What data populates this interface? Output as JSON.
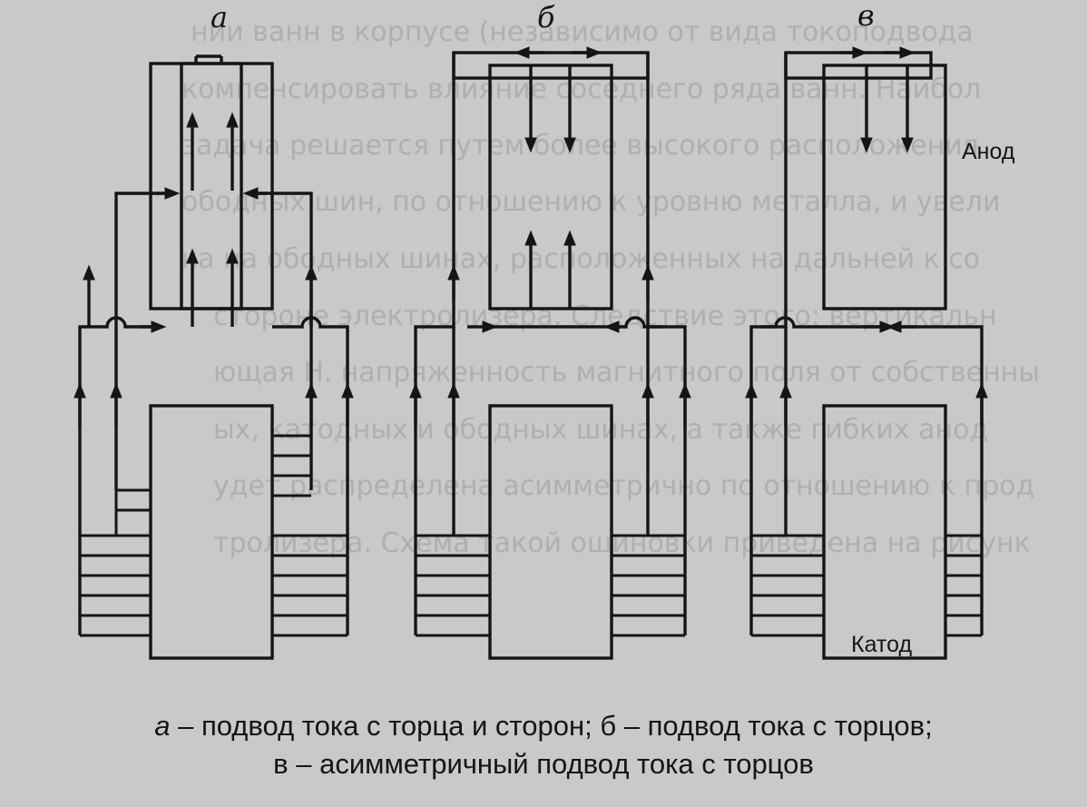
{
  "panels": [
    {
      "letter": "а",
      "name": "panel-a"
    },
    {
      "letter": "б",
      "name": "panel-b"
    },
    {
      "letter": "в",
      "name": "panel-v"
    }
  ],
  "labels": {
    "anode": "Анод",
    "cathode": "Катод"
  },
  "caption": {
    "line1_letter": "а",
    "line1_rest": " – подвод тока с торца и сторон; б – подвод тока с торцов;",
    "line2": "в – асимметричный подвод тока с торцов"
  },
  "background_text": [
    "нии ванн в корпусе (независимо от вида токоподвода",
    "компенсировать влияние соседнего ряда ванн. Наибол",
    "задача решается путем более высокого расположения",
    "ободных шин, по отношению к уровню металла, и увели",
    "ка на ободных шинах, расположенных на дальней к со",
    "стороне электролизера. Следствие этого: вертикальн",
    "ющая H. напряженность магнитного поля от собственны",
    "ых, катодных и ободных шинах, а также гибких анод",
    "удет распределена асимметрично по отношению к прод",
    "тролизера. Схема такой ошиновки приведена на рисунк"
  ],
  "colors": {
    "ink": "#151515",
    "paper": "#c9c9c9",
    "ghost_text": "#9a9a9a"
  }
}
